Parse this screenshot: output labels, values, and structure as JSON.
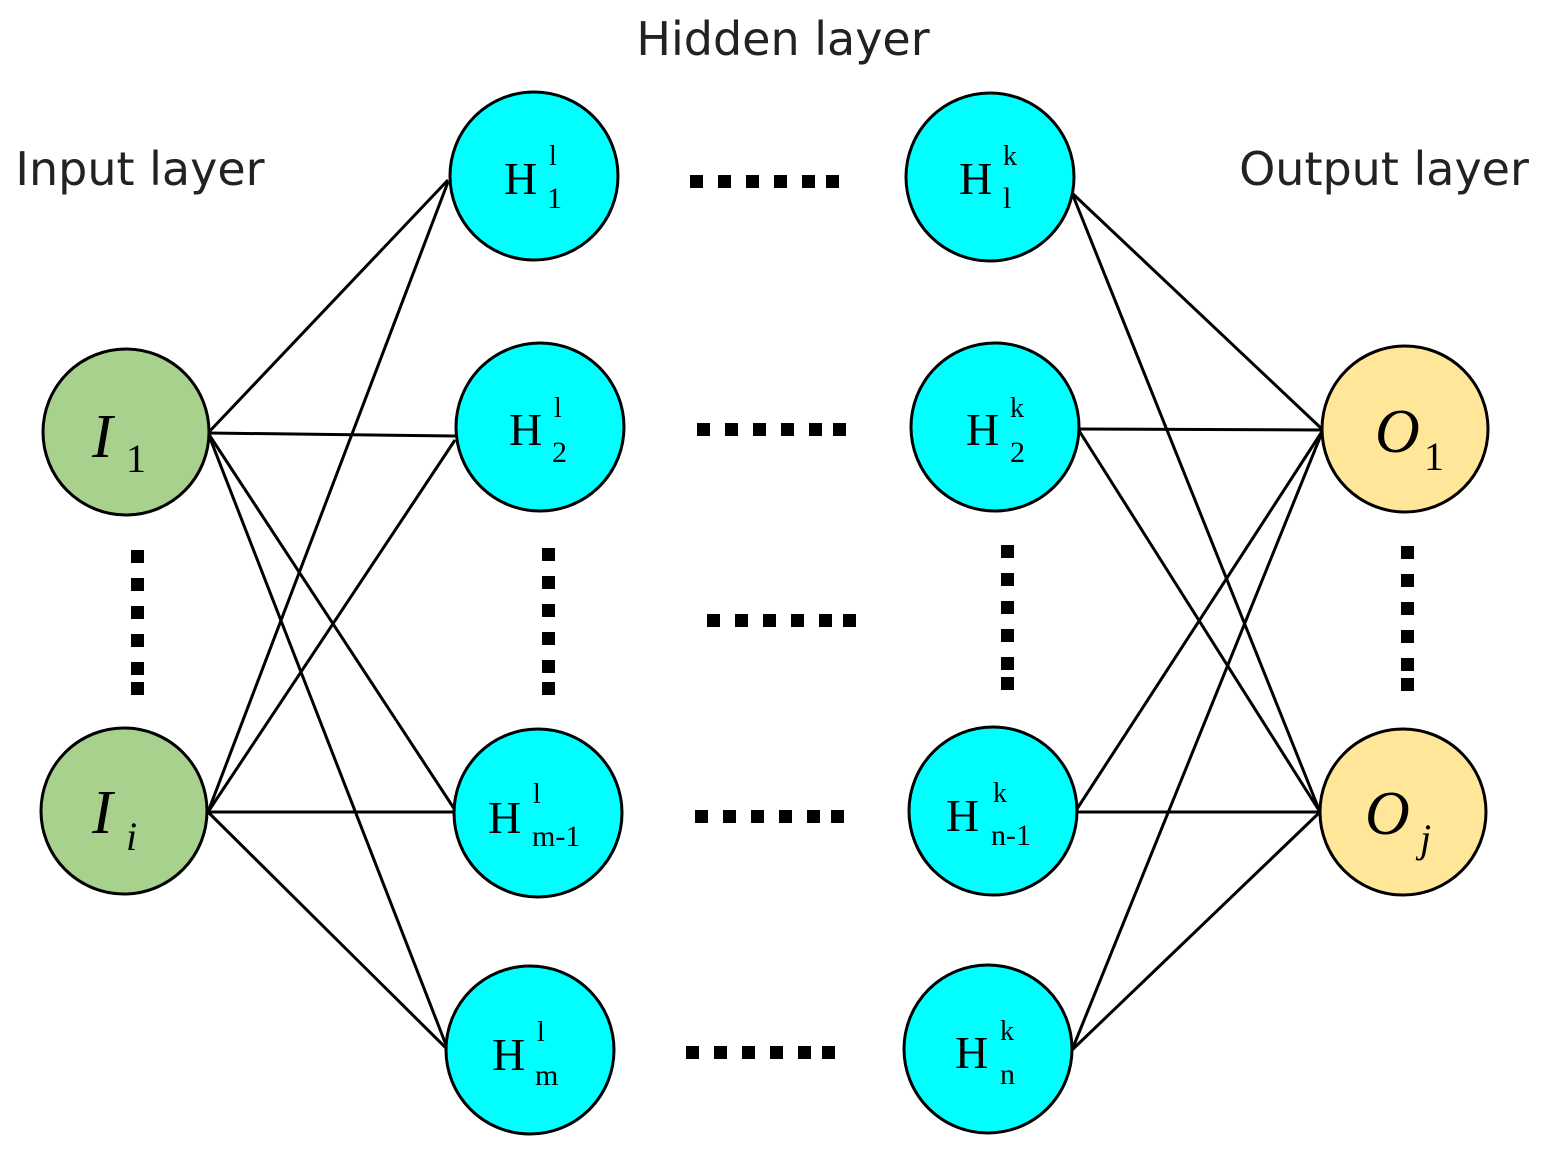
{
  "layers": {
    "input_label": "Input layer",
    "hidden_label": "Hidden layer",
    "output_label": "Output layer"
  },
  "colors": {
    "input_fill": "#a9d18e",
    "hidden_fill": "#00ffff",
    "output_fill": "#ffe699",
    "stroke": "#000000"
  },
  "input_nodes": [
    {
      "id": "I1",
      "main": "I",
      "sub": "1"
    },
    {
      "id": "Ii",
      "main": "I",
      "sub": "i"
    }
  ],
  "hidden_first": [
    {
      "id": "H1_1",
      "main": "H",
      "sup": "l",
      "sub": "1"
    },
    {
      "id": "H1_2",
      "main": "H",
      "sup": "l",
      "sub": "2"
    },
    {
      "id": "H1_m-1",
      "main": "H",
      "sup": "l",
      "sub": "m-1"
    },
    {
      "id": "H1_m",
      "main": "H",
      "sup": "l",
      "sub": "m"
    }
  ],
  "hidden_last": [
    {
      "id": "Hk_1",
      "main": "H",
      "sup": "k",
      "sub": "l"
    },
    {
      "id": "Hk_2",
      "main": "H",
      "sup": "k",
      "sub": "2"
    },
    {
      "id": "Hk_n-1",
      "main": "H",
      "sup": "k",
      "sub": "n-1"
    },
    {
      "id": "Hk_n",
      "main": "H",
      "sup": "k",
      "sub": "n"
    }
  ],
  "output_nodes": [
    {
      "id": "O1",
      "main": "O",
      "sub": "1"
    },
    {
      "id": "Oj",
      "main": "O",
      "sub": "j"
    }
  ]
}
